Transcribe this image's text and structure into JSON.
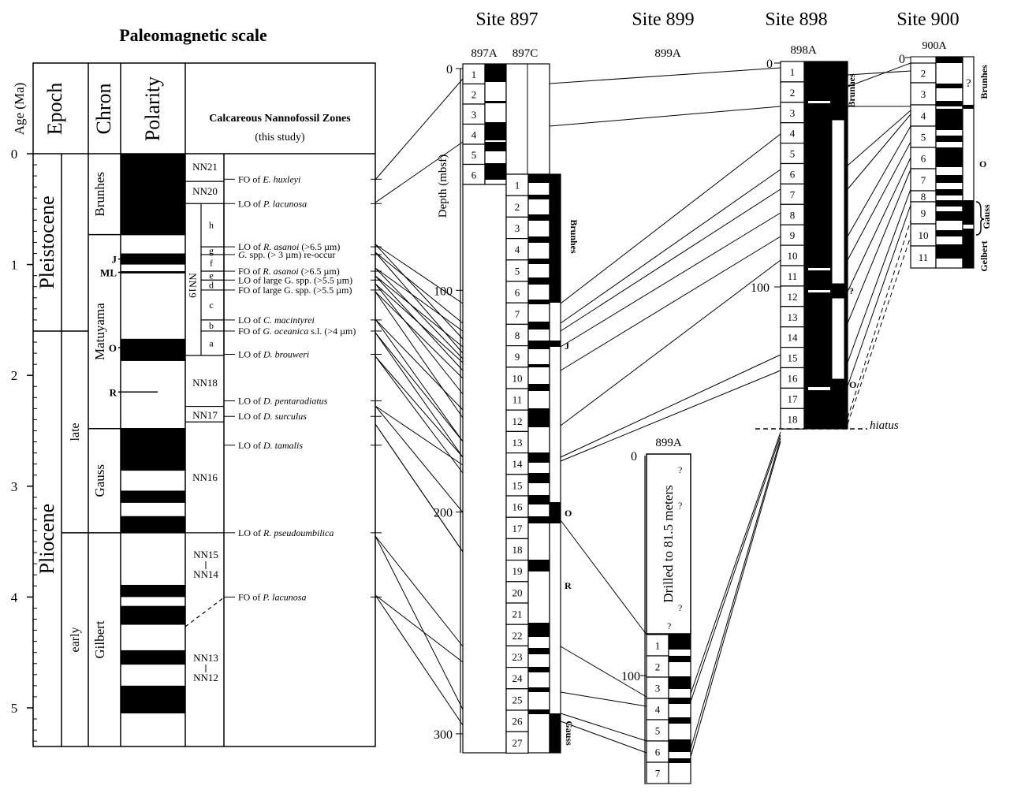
{
  "scale": {
    "title": "Paleomagnetic scale",
    "headers": {
      "age": "Age (Ma)",
      "epoch": "Epoch",
      "chron": "Chron",
      "polarity": "Polarity",
      "zones": "Calcareous Nannofossil Zones",
      "zones_sub": "(this study)"
    },
    "age_ticks": [
      "0",
      "1",
      "2",
      "3",
      "4",
      "5"
    ],
    "epochs": [
      {
        "label": "Pleistocene",
        "start": 0,
        "end": 1.6
      },
      {
        "label": "Pliocene",
        "start": 1.6,
        "end": 5.35
      }
    ],
    "subepochs": [
      {
        "label": "late",
        "start": 1.6,
        "end": 3.42
      },
      {
        "label": "early",
        "start": 3.42,
        "end": 5.35
      }
    ],
    "chrons": [
      {
        "label": "Brunhes",
        "start": 0,
        "end": 0.73
      },
      {
        "label": "Matuyama",
        "start": 0.73,
        "end": 2.48
      },
      {
        "label": "Gauss",
        "start": 2.48,
        "end": 3.42
      },
      {
        "label": "Gilbert",
        "start": 3.42,
        "end": 5.35
      }
    ],
    "subchrons": [
      {
        "label": "J",
        "age": 0.95
      },
      {
        "label": "ML",
        "age": 1.07
      },
      {
        "label": "O",
        "age": 1.75
      },
      {
        "label": "R",
        "age": 2.15
      }
    ],
    "normal_intervals": [
      [
        0,
        0.73
      ],
      [
        0.9,
        1.0
      ],
      [
        1.06,
        1.08
      ],
      [
        1.67,
        1.87
      ],
      [
        2.48,
        2.86
      ],
      [
        3.04,
        3.15
      ],
      [
        3.27,
        3.42
      ],
      [
        3.89,
        4.0
      ],
      [
        4.08,
        4.25
      ],
      [
        4.48,
        4.61
      ],
      [
        4.8,
        5.05
      ]
    ],
    "zones": [
      {
        "label": "NN21",
        "start": 0.0,
        "end": 0.25
      },
      {
        "label": "NN20",
        "start": 0.25,
        "end": 0.45
      },
      {
        "label": "NN19",
        "start": 0.45,
        "end": 1.82
      },
      {
        "label": "NN18",
        "start": 1.82,
        "end": 2.28
      },
      {
        "label": "NN17",
        "start": 2.28,
        "end": 2.42
      },
      {
        "label": "NN16",
        "start": 2.42,
        "end": 3.42
      },
      {
        "label": "NN15",
        "start": 3.42,
        "end": 5.35
      },
      {
        "label": "NN14",
        "start": 3.42,
        "end": 5.35
      },
      {
        "label": "NN13",
        "start": 3.42,
        "end": 5.35
      },
      {
        "label": "NN12",
        "start": 3.42,
        "end": 5.35
      }
    ],
    "nn19_subzones": [
      "h",
      "g",
      "f",
      "e",
      "d",
      "c",
      "b",
      "a"
    ],
    "events": [
      {
        "type": "FO of",
        "taxon": "E. huxleyi",
        "suffix": "",
        "age": 0.23
      },
      {
        "type": "LO of",
        "taxon": "P. lacunosa",
        "suffix": "",
        "age": 0.45
      },
      {
        "type": "LO of",
        "taxon": "R. asanoi",
        "suffix": "(>6.5 µm)",
        "age": 0.84
      },
      {
        "type": "",
        "taxon": "G.",
        "suffix": "spp. (> 3 µm) re-occur",
        "age": 0.91
      },
      {
        "type": "FO of",
        "taxon": "R. asanoi",
        "suffix": "(>6.5 µm)",
        "age": 1.06
      },
      {
        "type": "LO of",
        "taxon": "",
        "suffix": "large G. spp. (>5.5 µm)",
        "age": 1.14
      },
      {
        "type": "FO of",
        "taxon": "",
        "suffix": "large G. spp. (>5.5 µm)",
        "age": 1.23
      },
      {
        "type": "LO of",
        "taxon": "C. macintyrei",
        "suffix": "",
        "age": 1.5
      },
      {
        "type": "FO of",
        "taxon": "G. oceanica",
        "suffix": "s.l. (>4 µm)",
        "age": 1.6
      },
      {
        "type": "LO of",
        "taxon": "D. brouweri",
        "suffix": "",
        "age": 1.81
      },
      {
        "type": "LO of",
        "taxon": "D. pentaradiatus",
        "suffix": "",
        "age": 2.23
      },
      {
        "type": "LO of",
        "taxon": "D. surculus",
        "suffix": "",
        "age": 2.37
      },
      {
        "type": "LO of",
        "taxon": "D. tamalis",
        "suffix": "",
        "age": 2.63
      },
      {
        "type": "LO of",
        "taxon": "R. pseudoumbilica",
        "suffix": "",
        "age": 3.42
      },
      {
        "type": "FO of",
        "taxon": "P. lacunosa",
        "suffix": "",
        "age": 4.0
      }
    ]
  },
  "sites": {
    "s897": {
      "title": "Site 897",
      "holes": [
        "897A",
        "897C"
      ],
      "depth_label": "Depth (mbsf)",
      "depth_ticks": [
        "0",
        "100",
        "200",
        "300"
      ],
      "polarity_labels": [
        "Brunhes",
        "J",
        "O",
        "R",
        "Gauss"
      ]
    },
    "s899": {
      "title": "Site 899",
      "hole": "899A",
      "hole_lower": "899A",
      "depth_ticks": [
        "0",
        "100"
      ],
      "note": "Drilled to 81.5 meters",
      "q": "?"
    },
    "s898": {
      "title": "Site 898",
      "hole": "898A",
      "depth_ticks": [
        "0",
        "100"
      ],
      "labels": [
        "Brunhes",
        "?",
        "O"
      ],
      "hiatus": "hiatus"
    },
    "s900": {
      "title": "Site 900",
      "hole": "900A",
      "depth_ticks": [
        "0"
      ],
      "labels": [
        "?",
        "Brunhes",
        "O",
        "Gauss",
        "Gelbert"
      ]
    }
  },
  "cores": {
    "c897A": [
      "1",
      "2",
      "3",
      "4",
      "5",
      "6"
    ],
    "c897C": [
      "1",
      "2",
      "3",
      "4",
      "5",
      "6",
      "7",
      "8",
      "9",
      "10",
      "11",
      "12",
      "13",
      "14",
      "15",
      "16",
      "17",
      "18",
      "19",
      "20",
      "21",
      "22",
      "23",
      "24",
      "25",
      "26",
      "27"
    ],
    "c898A": [
      "1",
      "2",
      "3",
      "4",
      "5",
      "6",
      "7",
      "8",
      "9",
      "10",
      "11",
      "12",
      "13",
      "14",
      "15",
      "16",
      "17",
      "18"
    ],
    "c899A": [
      "1",
      "2",
      "3",
      "4",
      "5",
      "6",
      "7"
    ],
    "c900A": [
      "2",
      "3",
      "4",
      "5",
      "6",
      "7",
      "8",
      "9",
      "10",
      "11"
    ]
  },
  "colors": {
    "ink": "#000000",
    "paper": "#ffffff"
  }
}
